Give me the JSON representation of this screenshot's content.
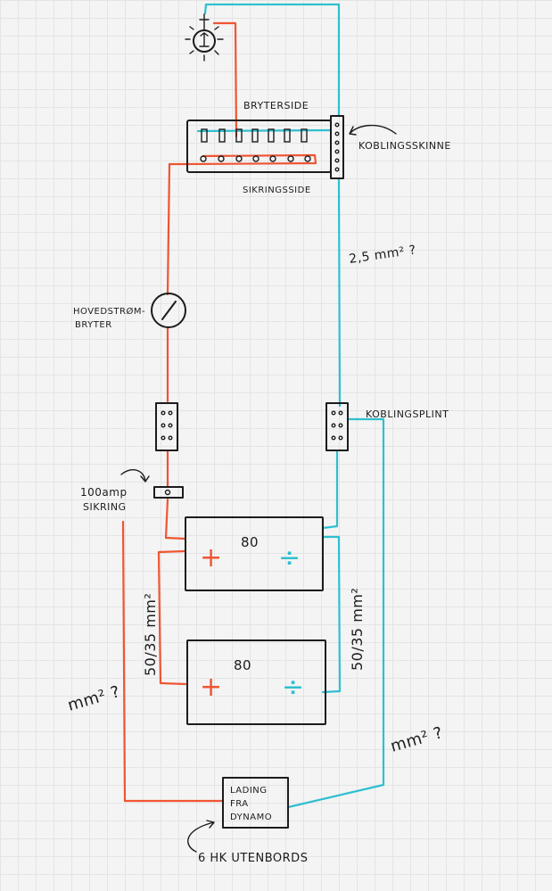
{
  "labels": {
    "bryterside": "BRYTERSIDE",
    "sikringsside": "SIKRINGSSIDE",
    "koblingsskinne": "KOBLINGSSKINNE",
    "wire_size_top": "2,5 mm² ?",
    "hovedstrombryter_line1": "HOVEDSTRØM-",
    "hovedstrombryter_line2": "BRYTER",
    "koblingsplint": "KOBLINGSPLINT",
    "sikring_line1": "100amp",
    "sikring_line2": "SIKRING",
    "battery1_value": "80",
    "battery2_value": "80",
    "plus_sign": "+",
    "minus_sign": "÷",
    "cable_left": "50/35 mm²",
    "cable_right": "50/35 mm²",
    "mm_left": "mm² ?",
    "mm_right": "mm² ?",
    "charger_line1": "LADING",
    "charger_line2": "FRA",
    "charger_line3": "DYNAMO",
    "outboard": "6 HK UTENBORDS"
  },
  "colors": {
    "positive_wire": "#ef5533",
    "negative_wire": "#2ebfd0",
    "ink": "#1c1c1c"
  }
}
